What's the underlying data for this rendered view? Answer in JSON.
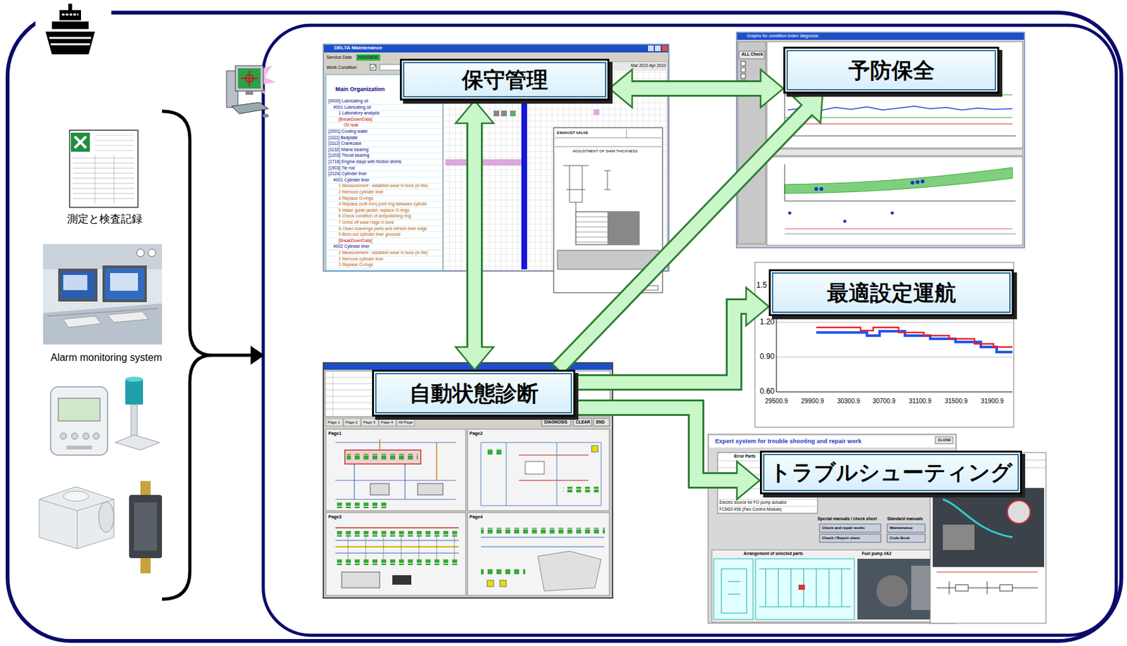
{
  "diagram": {
    "nodes": [
      {
        "text": [
          "保守管理"
        ]
      },
      {
        "text": [
          "予防保全"
        ]
      },
      {
        "text": [
          "最適設定運航"
        ]
      },
      {
        "text": [
          "自動状態診断"
        ]
      },
      {
        "text": [
          "トラブルシューティング"
        ]
      }
    ],
    "edges": [
      {
        "from": 0,
        "to": 1,
        "arrow": "both"
      },
      {
        "from": 0,
        "to": 3,
        "arrow": "both"
      },
      {
        "from": 3,
        "to": 1,
        "arrow": "to"
      },
      {
        "from": 3,
        "to": 2,
        "arrow": "to"
      },
      {
        "from": 3,
        "to": 4,
        "arrow": "to"
      }
    ],
    "labels": [
      "測定と検査記録",
      "Alarm monitoring system",
      "DELTA Maintenance",
      "Service Date",
      "2009/08/30",
      "Work Condition",
      "Mar 2010",
      "Apr 2010",
      "Main Organization",
      "[0000] Lubricating oil",
      "#001 Lubricating oil",
      "1 Laboratory analysis",
      "[BreakDownData]",
      "Oil reak",
      "[2001] Cooling water",
      "[1111] Bedplate",
      "[1112] Crankcase",
      "[1132] Maine bearing",
      "[1203] Thrust bearing",
      "[1716] Engine stays with friction shims",
      "[1903] Tie rod",
      "[2124] Cylinder liner",
      "#001 Cylinder liner",
      "1 Measurement : establish wear in bore (in file)",
      "2 Remove cylinder liner",
      "3 Replace O-rings",
      "4 Replace (soft iron) joint ring between cylinde",
      "5 Water guide jacket, replace O-rings",
      "6 Check condition of antipolishing ring",
      "7 Grind off wear ridge in bore",
      "8 Clean scavenge ports and refresh their edge",
      "9 Bore-out cylinder liner grooves",
      "[BreakDownData]",
      "#002 Cylinder liner",
      "1 Measurement : establish wear in bore (in file)",
      "2 Remove cylinder liner",
      "3 Replace O-rings",
      "EXHAUST VALVE",
      "ADJUSTMENT OF SHIM THICKNESS",
      "Graphs for condition index diagnosis",
      "ALL Check",
      "1.5",
      "1.20",
      "0.90",
      "0.60",
      "29500.9",
      "29900.9",
      "30300.9",
      "30700.9",
      "31100.9",
      "31500.9",
      "31900.9",
      "Page 1",
      "Page 2",
      "Page 3",
      "Page 4",
      "All Page",
      "DIAGNOSIS",
      "CLEAR",
      "END",
      "Page1",
      "Page2",
      "Page3",
      "Page4",
      "Expert system for trouble shooting and repair work",
      "Error Parts",
      "Special manuals / check sheet",
      "Standard manuals",
      "Check and repair works",
      "Check / Report sheet",
      "Maintenance",
      "Code Book",
      "Arrangement of selected parts",
      "Fuel pump #A2",
      "CLOSE",
      "Electric source for FO pump actuator",
      "FCM20 #06 (Flex Control Module)"
    ]
  }
}
